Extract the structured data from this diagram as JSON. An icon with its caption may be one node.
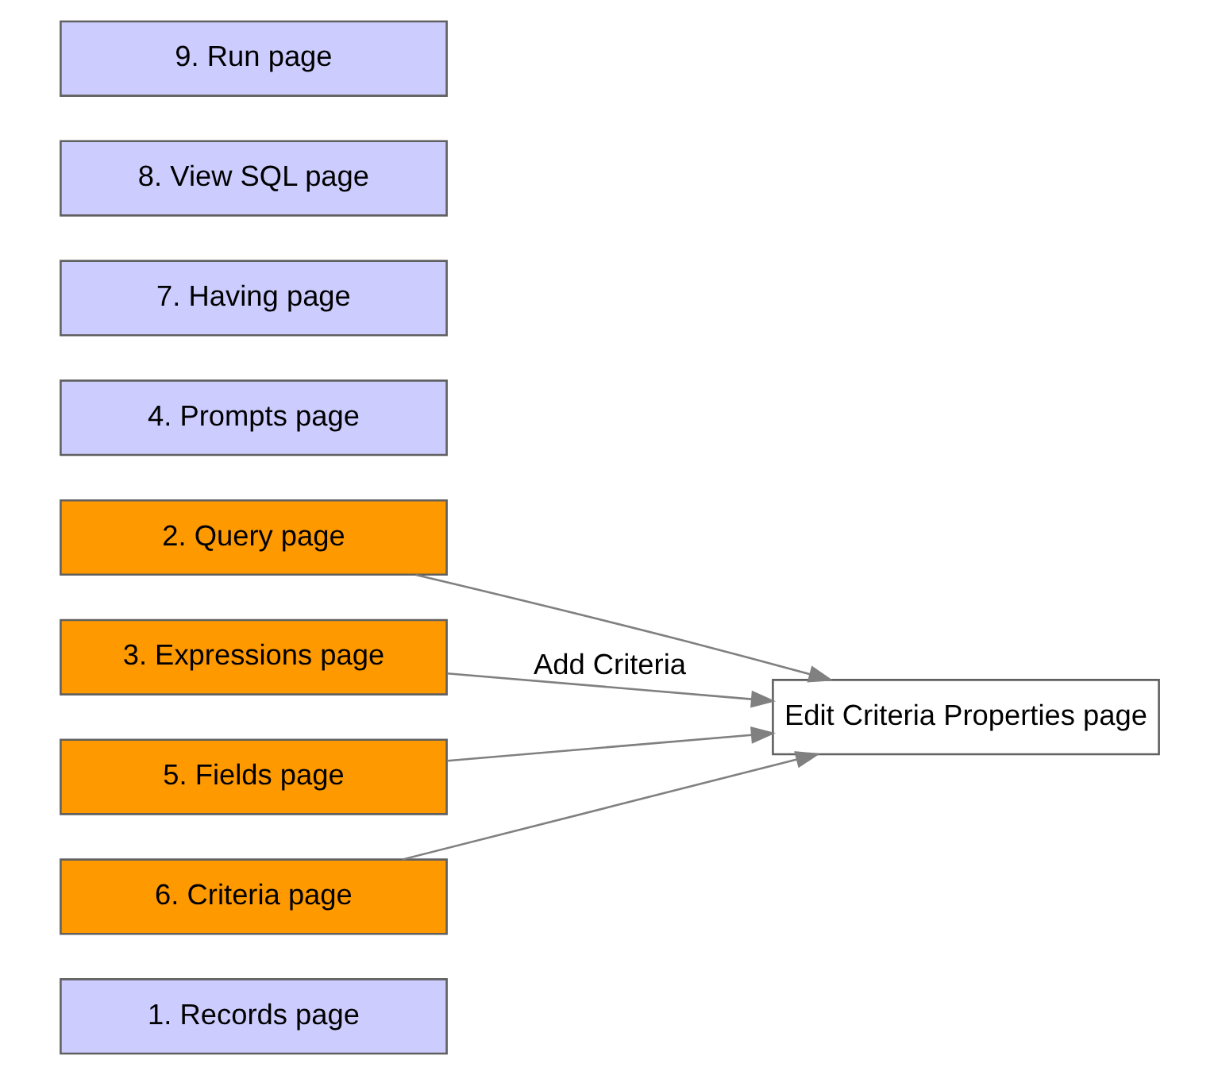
{
  "diagram": {
    "nodes": [
      {
        "text": [
          "1. Records page"
        ]
      },
      {
        "text": [
          "2. Query page"
        ]
      },
      {
        "text": [
          "3. Expressions page"
        ]
      },
      {
        "text": [
          "4. Prompts page"
        ]
      },
      {
        "text": [
          "5. Fields page"
        ]
      },
      {
        "text": [
          "6. Criteria page"
        ]
      },
      {
        "text": [
          "7. Having page"
        ]
      },
      {
        "text": [
          "8. View SQL page"
        ]
      },
      {
        "text": [
          "9. Run page"
        ]
      },
      {
        "text": [
          "Edit Criteria Properties page"
        ]
      }
    ],
    "edges": [
      {
        "from": 1,
        "to": 9,
        "arrow": "to"
      },
      {
        "from": 2,
        "to": 9,
        "arrow": "to",
        "label": "Add Criteria"
      },
      {
        "from": 4,
        "to": 9,
        "arrow": "to"
      },
      {
        "from": 5,
        "to": 9,
        "arrow": "to"
      }
    ]
  }
}
